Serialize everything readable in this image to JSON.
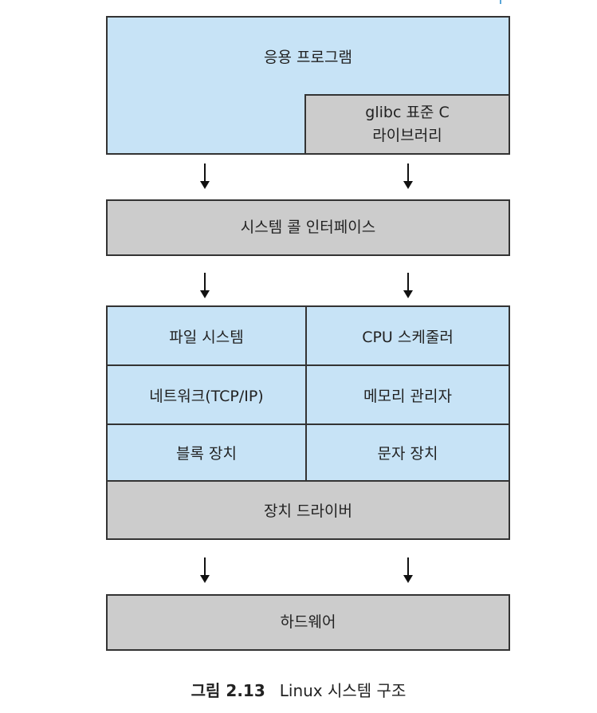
{
  "diagram": {
    "application": "응용 프로그램",
    "glibc_line1": "glibc 표준 C",
    "glibc_line2": "라이브러리",
    "syscall": "시스템 콜 인터페이스",
    "kernel": {
      "file_system": "파일 시스템",
      "cpu_scheduler": "CPU 스케줄러",
      "network": "네트워크(TCP/IP)",
      "memory_manager": "메모리 관리자",
      "block_device": "블록 장치",
      "char_device": "문자 장치",
      "device_driver": "장치 드라이버"
    },
    "hardware": "하드웨어"
  },
  "caption": {
    "number": "그림 2.13",
    "text": "Linux 시스템 구조"
  },
  "colors": {
    "blue": "#c7e3f6",
    "gray": "#cccccc",
    "border": "#333333"
  }
}
